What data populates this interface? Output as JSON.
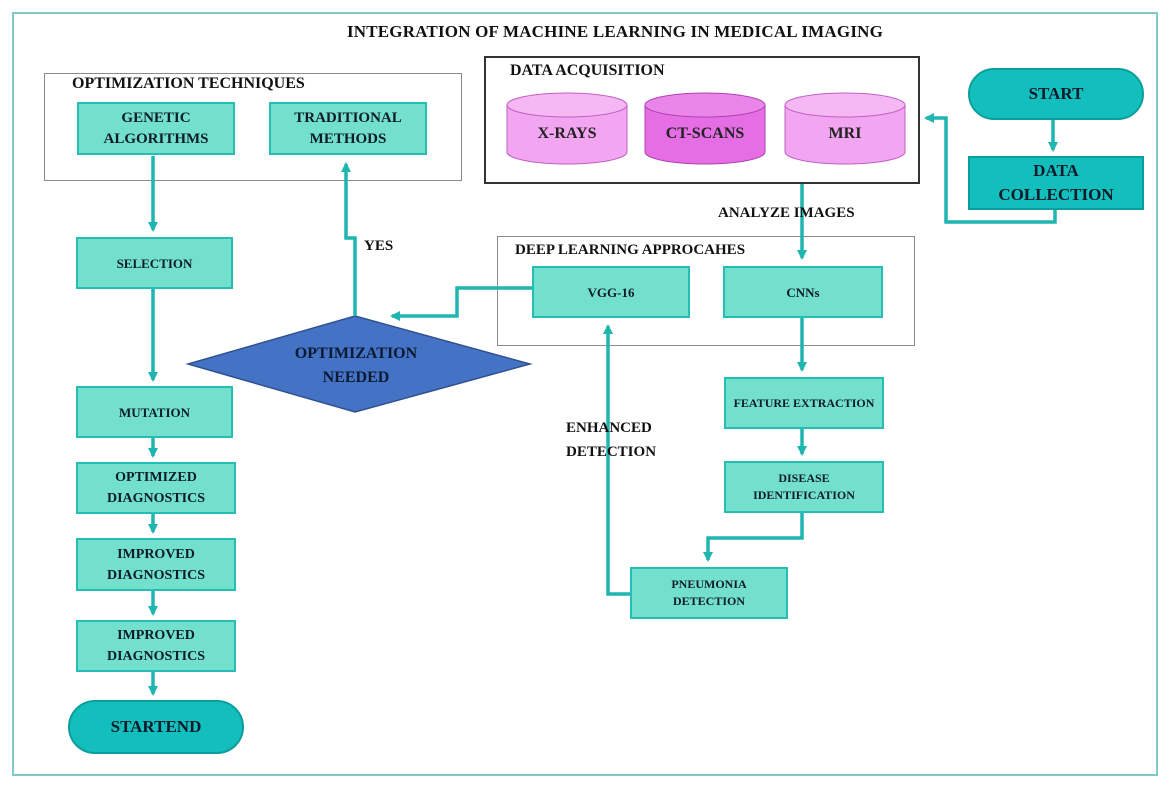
{
  "title": "INTEGRATION OF MACHINE LEARNING IN MEDICAL IMAGING",
  "groups": {
    "optimization": "OPTIMIZATION TECHNIQUES",
    "acquisition": "DATA ACQUISITION",
    "deep_learning": "DEEP LEARNING APPROCAHES"
  },
  "nodes": {
    "start": "START",
    "data_collection": "DATA COLLECTION",
    "xrays": "X-RAYS",
    "ctscans": "CT-SCANS",
    "mri": "MRI",
    "genetic": "GENETIC ALGORITHMS",
    "traditional": "TRADITIONAL METHODS",
    "selection": "SELECTION",
    "mutation": "MUTATION",
    "optimized_diag": "OPTIMIZED DIAGNOSTICS",
    "improved_diag_1": "IMPROVED DIAGNOSTICS",
    "improved_diag_2": "IMPROVED DIAGNOSTICS",
    "startend": "STARTEND",
    "vgg16": "VGG-16",
    "cnns": "CNNs",
    "feature": "FEATURE EXTRACTION",
    "disease": "DISEASE IDENTIFICATION",
    "pneumonia": "PNEUMONIA DETECTION",
    "decision": "OPTIMIZATION NEEDED"
  },
  "edge_labels": {
    "analyze": "ANALYZE IMAGES",
    "yes": "YES",
    "enhanced": "ENHANCED DETECTION"
  },
  "colors": {
    "box_fill": "#72e0cc",
    "box_border": "#25bdb5",
    "terminal_fill": "#13bfbd",
    "arrow": "#1fb5b0",
    "cylinder_light": "#f2a6f2",
    "cylinder_dark": "#e56ee5",
    "decision_fill": "#4472c4"
  }
}
